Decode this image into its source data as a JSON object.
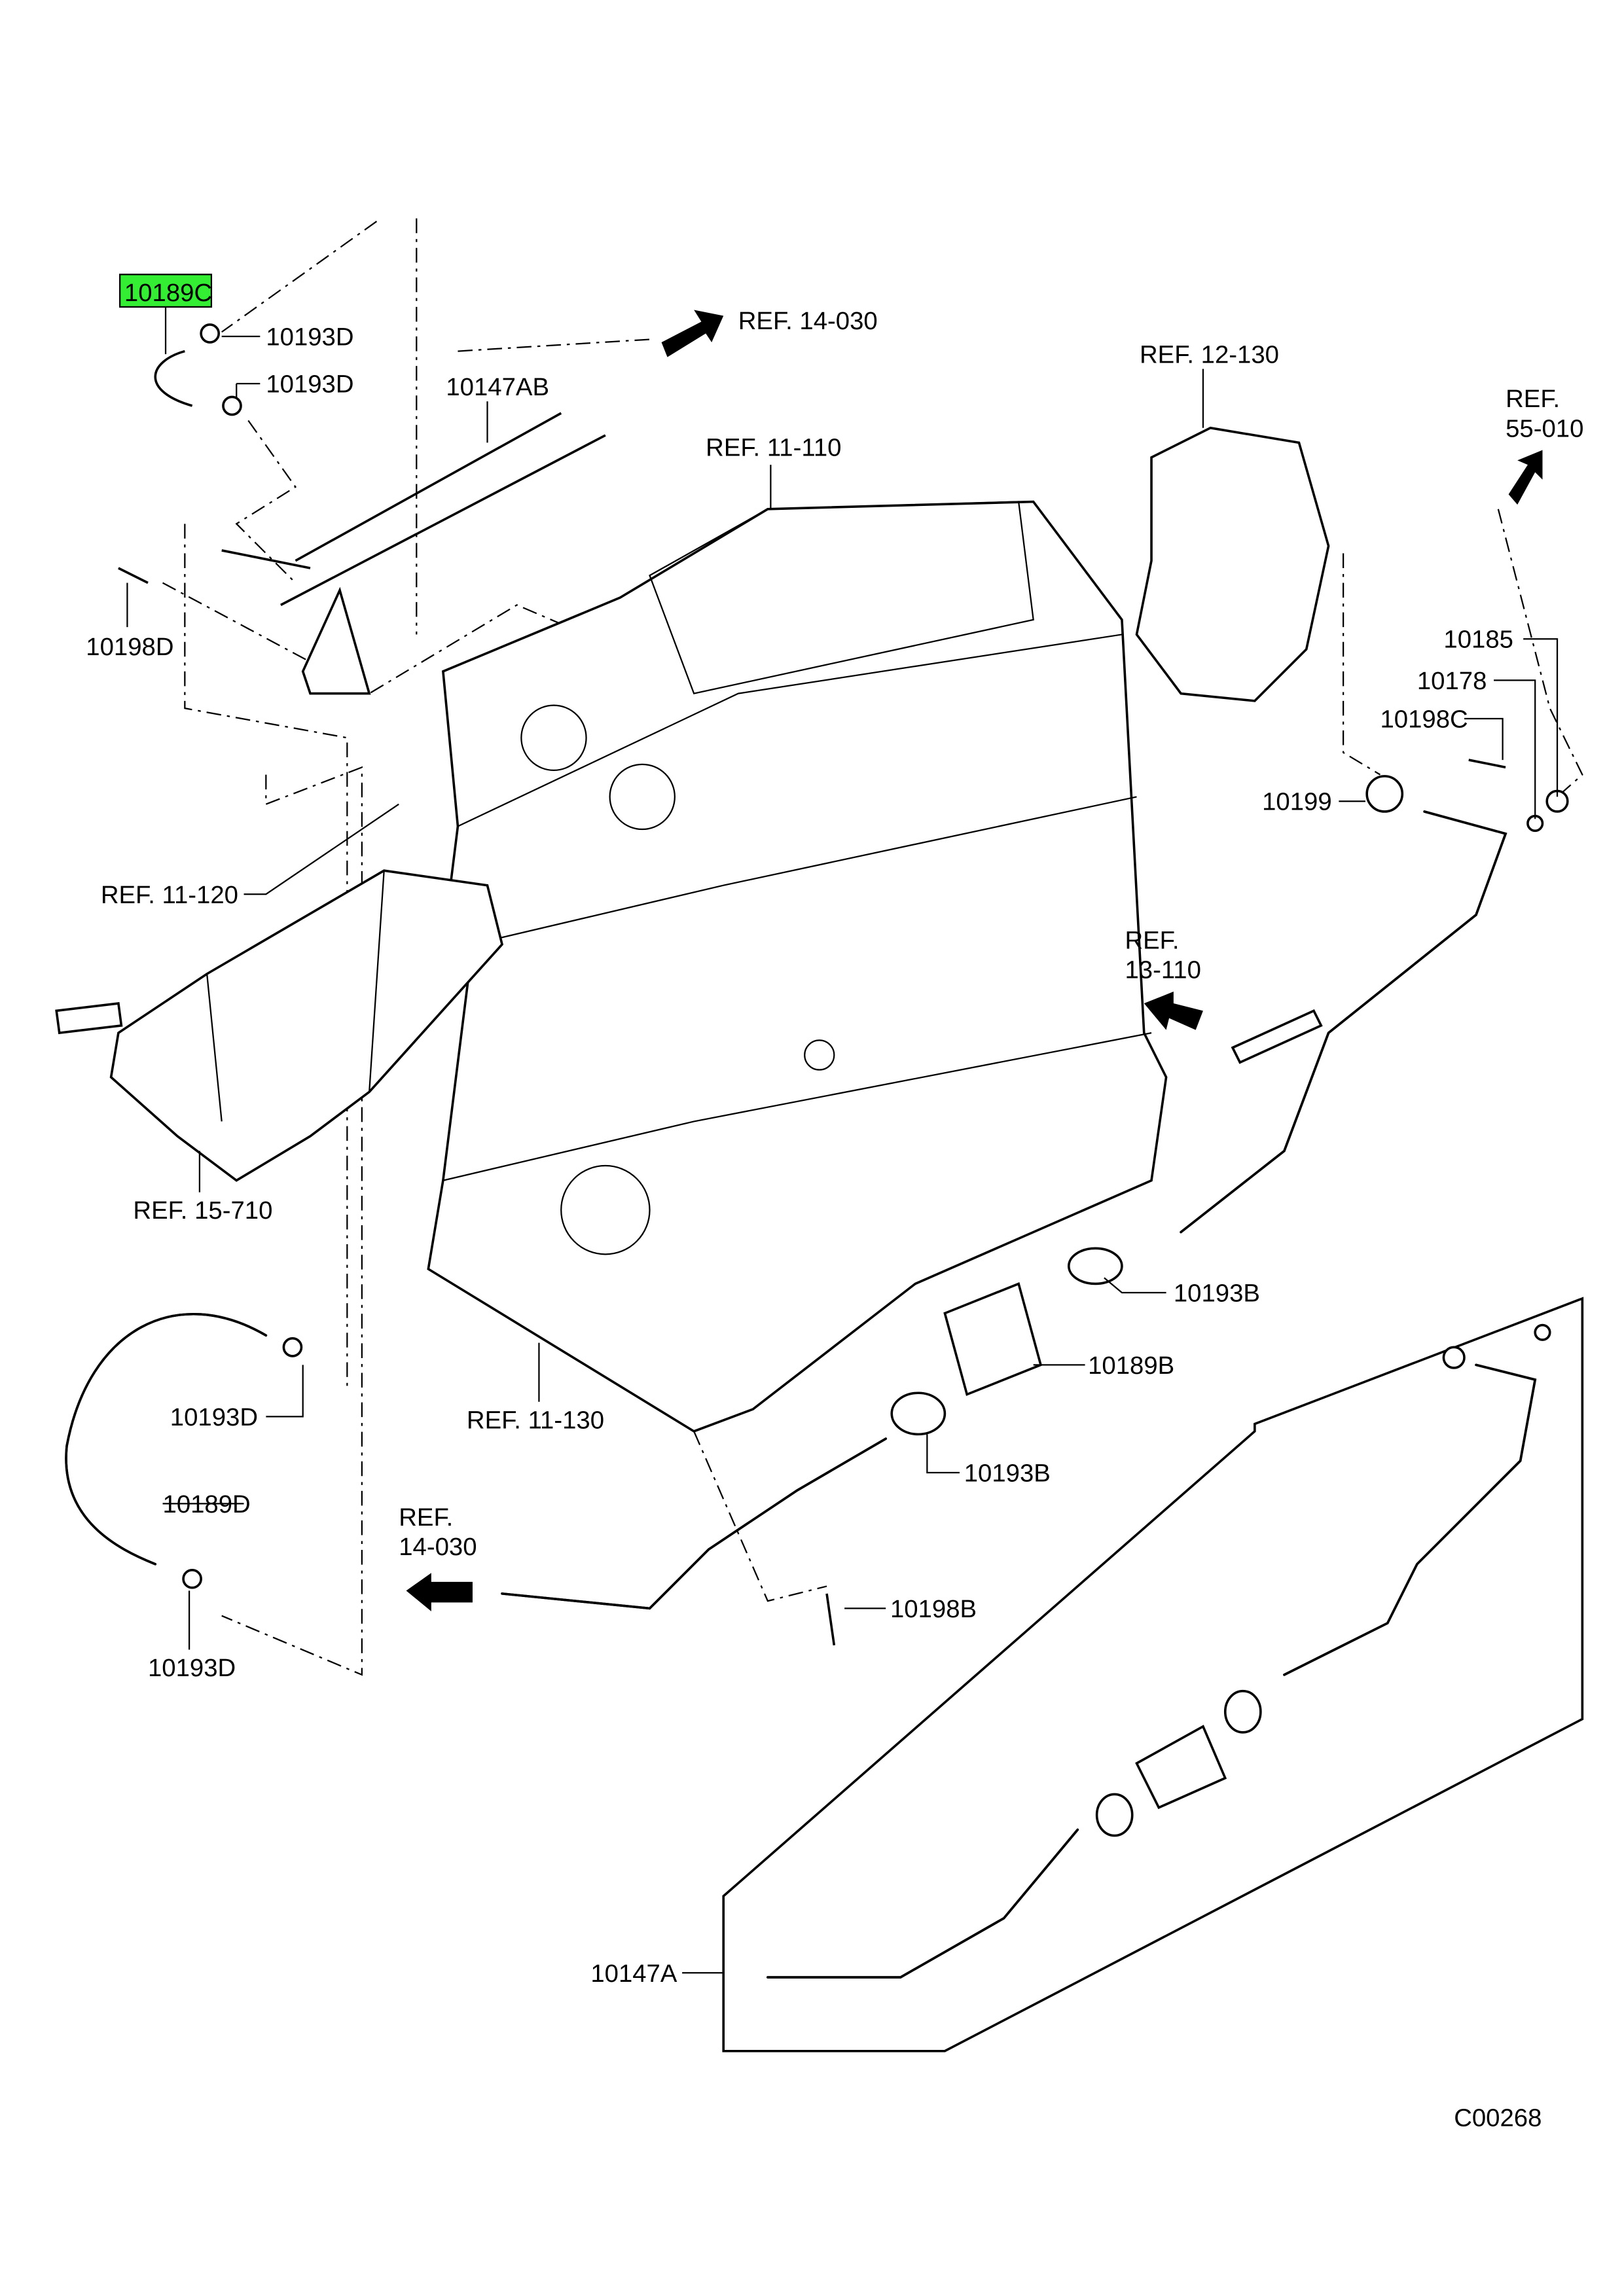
{
  "diagram_id": "C00268",
  "highlight_color": "#33ee33",
  "labels": {
    "hose_10189C": "10189C",
    "clamp_10193D_a": "10193D",
    "clamp_10193D_b": "10193D",
    "ref_14_030_top": "REF. 14-030",
    "pipe_10147AB": "10147AB",
    "ref_11_110": "REF. 11-110",
    "ref_12_130": "REF. 12-130",
    "ref_55_010_l1": "REF.",
    "ref_55_010_l2": "55-010",
    "bolt_10198D": "10198D",
    "plug_10185": "10185",
    "gasket_10178": "10178",
    "bolt_10198C": "10198C",
    "oring_10199": "10199",
    "ref_11_120": "REF. 11-120",
    "ref_13_110_l1": "REF.",
    "ref_13_110_l2": "13-110",
    "ref_15_710": "REF. 15-710",
    "clamp_10193B_a": "10193B",
    "hose_10189B": "10189B",
    "ref_11_130": "REF. 11-130",
    "clamp_10193D_c": "10193D",
    "clamp_10193B_b": "10193B",
    "hose_10189D": "10189D",
    "ref_14_030_l1": "REF.",
    "ref_14_030_l2": "14-030",
    "bolt_10198B": "10198B",
    "clamp_10193D_d": "10193D",
    "pipe_10147A": "10147A"
  }
}
